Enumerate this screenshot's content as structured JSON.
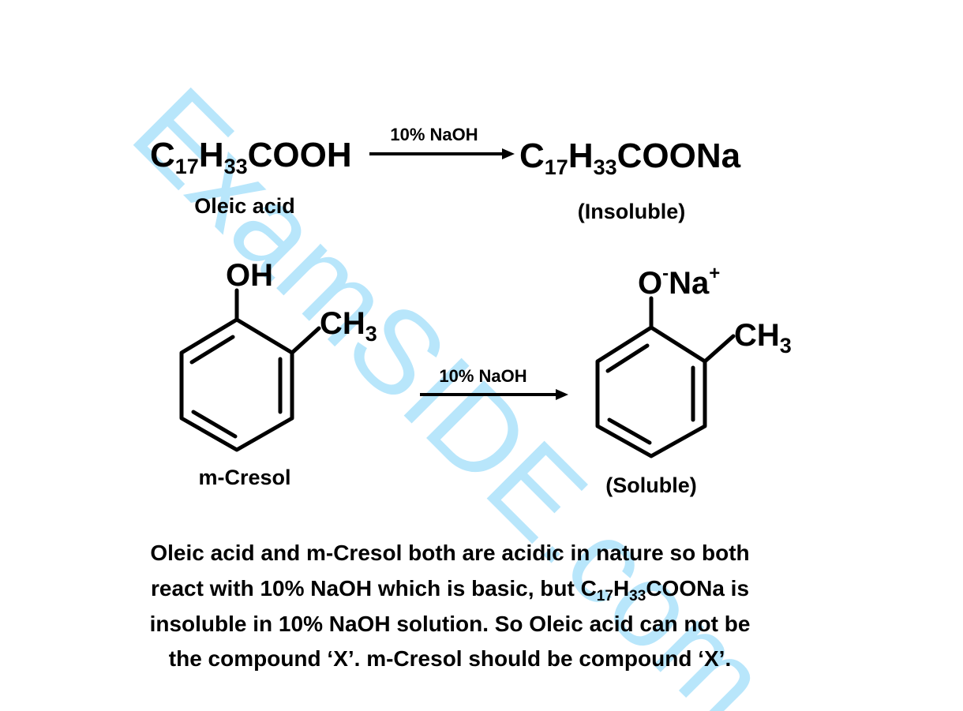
{
  "watermark": "ExamSIDE.com",
  "reaction1": {
    "reactant": {
      "c": "C",
      "c_sub": "17",
      "h": "H",
      "h_sub": "33",
      "rest": "COOH"
    },
    "reactant_label": "Oleic acid",
    "reagent": "10% NaOH",
    "product": {
      "c": "C",
      "c_sub": "17",
      "h": "H",
      "h_sub": "33",
      "rest": "COONa"
    },
    "product_label": "(Insoluble)"
  },
  "reaction2": {
    "reactant_oh": "OH",
    "reactant_ch3": {
      "main": "CH",
      "sub": "3"
    },
    "reactant_label": "m-Cresol",
    "reagent": "10% NaOH",
    "product_o": {
      "o": "O",
      "o_charge": "-",
      "na": "Na",
      "na_charge": "+"
    },
    "product_ch3": {
      "main": "CH",
      "sub": "3"
    },
    "product_label": "(Soluble)"
  },
  "explanation": {
    "line1": "Oleic acid and m-Cresol both are acidic in nature so both",
    "line2_a": "react with 10% NaOH which is basic, but C",
    "line2_sub1": "17",
    "line2_b": "H",
    "line2_sub2": "33",
    "line2_c": "COONa is",
    "line3": "insoluble in 10% NaOH solution. So Oleic acid can not be",
    "line4": "the compound ‘X’. m-Cresol should be compound ‘X’."
  }
}
